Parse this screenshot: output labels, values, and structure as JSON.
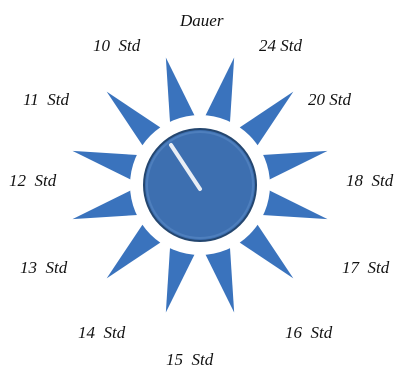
{
  "title": "Dauer",
  "labels": {
    "h10": "10  Std",
    "h24": "24 Std",
    "h11": "11  Std",
    "h20": "20 Std",
    "h12": "12  Std",
    "h18": "18  Std",
    "h13": "13  Std",
    "h17": "17  Std",
    "h14": "14  Std",
    "h16": "16  Std",
    "h15": "15  Std"
  },
  "colors": {
    "ray": "#3a73bd",
    "knob": "#3d6fb0",
    "knob_border": "#24466f",
    "pointer": "#e9eef5",
    "ring": "#ffffff"
  }
}
